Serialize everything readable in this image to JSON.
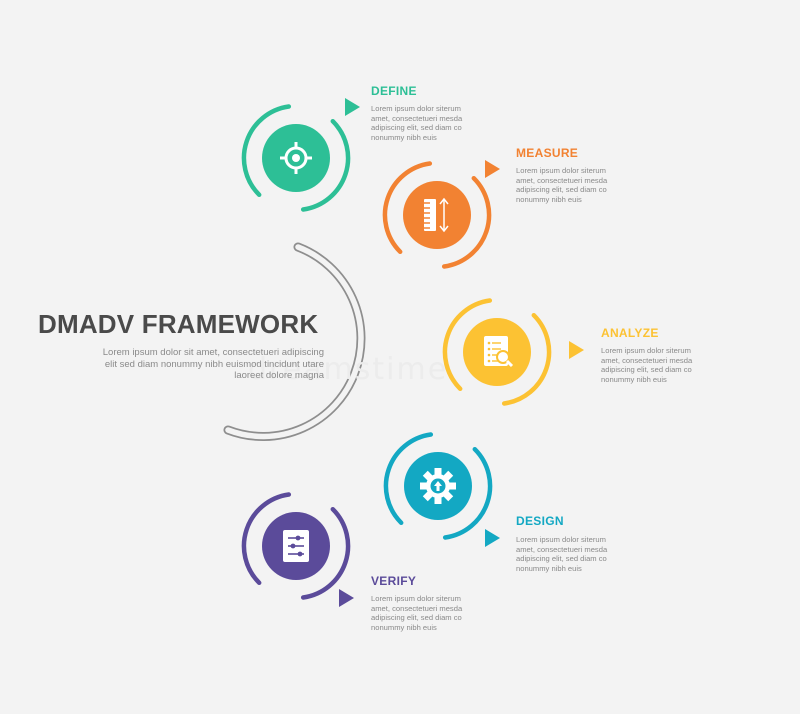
{
  "title": "DMADV FRAMEWORK",
  "subtitle": "Lorem ipsum dolor sit amet, consectetueri adipiscing elit sed diam nonummy nibh euismod tincidunt utare laoreet dolore magna",
  "watermark": "dreamstime",
  "steps": [
    {
      "label": "DEFINE",
      "color": "#2dbf96",
      "icon": "target-icon",
      "desc": "Lorem ipsum dolor siterum amet, consectetueri mesda adipiscing elit, sed diam co nonummy nibh euis"
    },
    {
      "label": "MEASURE",
      "color": "#f28232",
      "icon": "ruler-icon",
      "desc": "Lorem ipsum dolor siterum amet, consectetueri mesda adipiscing elit, sed diam co nonummy nibh euis"
    },
    {
      "label": "ANALYZE",
      "color": "#fcc233",
      "icon": "document-search-icon",
      "desc": "Lorem ipsum dolor siterum amet, consectetueri mesda adipiscing elit, sed diam co nonummy nibh euis"
    },
    {
      "label": "DESIGN",
      "color": "#13a8c3",
      "icon": "gear-icon",
      "desc": "Lorem ipsum dolor siterum amet, consectetueri mesda adipiscing elit, sed diam co nonummy nibh euis"
    },
    {
      "label": "VERIFY",
      "color": "#5b4b9a",
      "icon": "sliders-icon",
      "desc": "Lorem ipsum dolor siterum amet, consectetueri mesda adipiscing elit, sed diam co nonummy nibh euis"
    }
  ]
}
